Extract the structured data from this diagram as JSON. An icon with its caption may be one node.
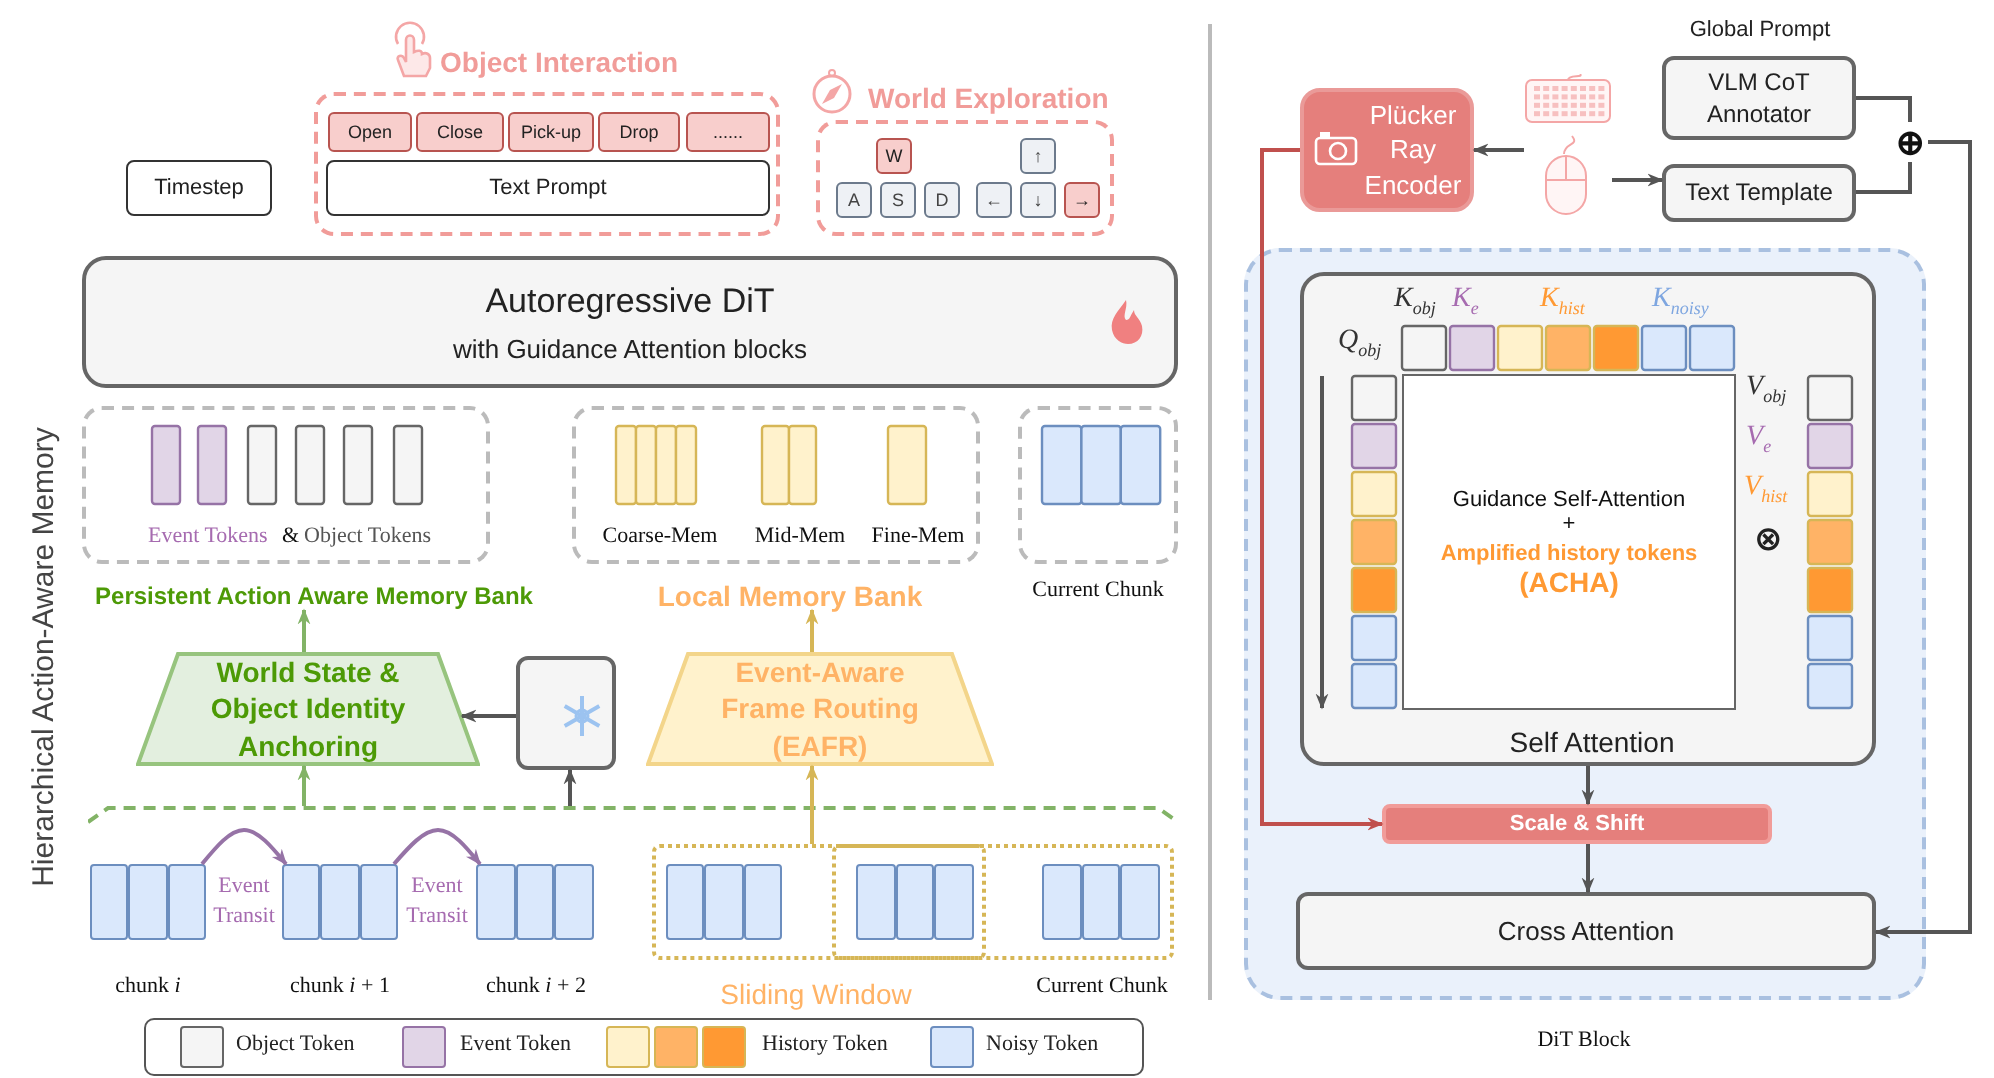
{
  "diagram": {
    "nodes": [
      {
        "text": [
          "Timestep"
        ]
      },
      {
        "text": [
          "Object Interaction"
        ]
      },
      {
        "text": [
          "Open"
        ],
        "in": 1
      },
      {
        "text": [
          "Close"
        ],
        "in": 1
      },
      {
        "text": [
          "Pick-up"
        ],
        "in": 1
      },
      {
        "text": [
          "Drop"
        ],
        "in": 1
      },
      {
        "text": [
          "......"
        ],
        "in": 1
      },
      {
        "text": [
          "Text Prompt"
        ],
        "in": 1
      },
      {
        "text": [
          "World Exploration"
        ]
      },
      {
        "text": [
          "W"
        ],
        "in": 8
      },
      {
        "text": [
          "A"
        ],
        "in": 8
      },
      {
        "text": [
          "S"
        ],
        "in": 8
      },
      {
        "text": [
          "D"
        ],
        "in": 8
      },
      {
        "text": [
          "↑"
        ],
        "in": 8
      },
      {
        "text": [
          "←"
        ],
        "in": 8
      },
      {
        "text": [
          "↓"
        ],
        "in": 8
      },
      {
        "text": [
          "→"
        ],
        "in": 8
      },
      {
        "text": [
          "Autoregressive DiT",
          "with Guidance Attention blocks"
        ]
      },
      {
        "text": [
          "Event Tokens",
          "&",
          "Object Tokens",
          "Persistent Action Aware Memory Bank"
        ]
      },
      {
        "text": [
          "Coarse-Mem",
          "Mid-Mem",
          "Fine-Mem",
          "Local Memory Bank"
        ]
      },
      {
        "text": [],
        "shape": "box",
        "beside": [
          "Current Chunk"
        ]
      },
      {
        "text": [
          "World State & Object Identity Anchoring"
        ]
      },
      {
        "text": [],
        "shape": "box"
      },
      {
        "text": [
          "Event-Aware Frame Routing (EAFR)"
        ]
      },
      {
        "text": [],
        "shape": "box",
        "beside": [
          "chunk *i*"
        ]
      },
      {
        "text": [],
        "shape": "box",
        "beside": [
          "chunk *i* + 1"
        ]
      },
      {
        "text": [],
        "shape": "box",
        "beside": [
          "chunk *i* + 2"
        ]
      },
      {
        "text": [
          "Sliding Window"
        ]
      },
      {
        "text": [],
        "shape": "box",
        "in": 27
      },
      {
        "text": [],
        "shape": "box",
        "in": 27
      },
      {
        "text": [],
        "shape": "box",
        "in": 29
      },
      {
        "text": [],
        "shape": "box",
        "in": 27,
        "beside": [
          "Current Chunk"
        ]
      },
      {
        "text": [
          "Plücker Ray Encoder"
        ]
      },
      {
        "text": [],
        "shape": "picture"
      },
      {
        "text": [
          "VLM CoT Annotator"
        ]
      },
      {
        "text": [
          "Text Template"
        ]
      },
      {
        "text": [
          "⊕"
        ]
      },
      {
        "text": [],
        "shape": "box",
        "beside": [
          "DiT Block"
        ]
      },
      {
        "text": [
          "Self Attention"
        ],
        "in": 37
      },
      {
        "text": [
          "Guidance Self-Attention",
          "+",
          "Amplified history tokens",
          "(ACHA)"
        ],
        "in": 38
      },
      {
        "text": [
          "Scale & Shift"
        ],
        "in": 37
      },
      {
        "text": [
          "Cross Attention"
        ],
        "in": 37
      },
      {
        "text": [],
        "shape": "bracket"
      }
    ],
    "edges": [
      {
        "from": 24,
        "to": 25,
        "arrow": "to",
        "label": "Event Transit",
        "color": "#9673a6"
      },
      {
        "from": 25,
        "to": 26,
        "arrow": "to",
        "label": "Event Transit",
        "color": "#9673a6"
      },
      {
        "from": 27,
        "to": 23,
        "arrow": "to",
        "color": "#d6b656"
      },
      {
        "from": 42,
        "to": 21,
        "arrow": "to",
        "color": "#82b366"
      },
      {
        "from": 42,
        "to": 22,
        "arrow": "to"
      },
      {
        "from": 22,
        "to": 21,
        "arrow": "to"
      },
      {
        "from": 21,
        "to": 18,
        "arrow": "to",
        "color": "#82b366"
      },
      {
        "from": 23,
        "to": 19,
        "arrow": "to",
        "color": "#d6b656"
      },
      {
        "from": 33,
        "to": 32,
        "arrow": "to"
      },
      {
        "from": 33,
        "to": 35,
        "arrow": "to"
      },
      {
        "from": 34,
        "to": 36,
        "arrow": "none"
      },
      {
        "from": 35,
        "to": 36,
        "arrow": "none"
      },
      {
        "from": 36,
        "to": 41,
        "arrow": "to"
      },
      {
        "from": 38,
        "to": 40,
        "arrow": "to"
      },
      {
        "from": 40,
        "to": 41,
        "arrow": "to"
      },
      {
        "from": 32,
        "to": 40,
        "arrow": "to",
        "color": "#c0504d"
      }
    ],
    "labels": [
      "Hierarchical Action-Aware Memory",
      "Global Prompt",
      "*K*$_{obj}$",
      "*K*$_{e}$",
      "*K*$_{hist}$",
      "*K*$_{noisy}$",
      "*Q*$_{obj}$",
      "*V*$_{obj}$",
      "*V*$_{e}$",
      "*V*$_{hist}$",
      "⊗"
    ],
    "legend": [
      {
        "text": "Object Token",
        "color": "#f5f5f5"
      },
      {
        "text": "Event Token",
        "color": "#e1d5e7"
      },
      {
        "text": "History Token",
        "color": "#ffb366"
      },
      {
        "text": "Noisy Token",
        "color": "#dae8fc"
      }
    ]
  }
}
